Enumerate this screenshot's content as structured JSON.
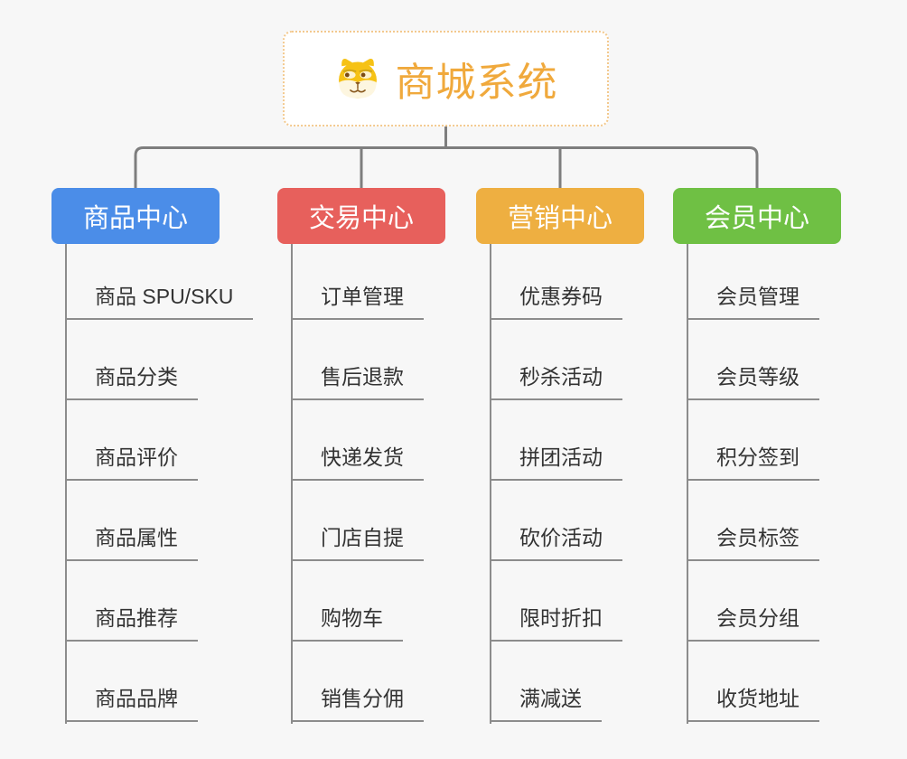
{
  "root": {
    "title": "商城系统",
    "icon": "dog-face-icon"
  },
  "branches": [
    {
      "label": "商品中心",
      "color": "#4b8de8",
      "children": [
        "商品 SPU/SKU",
        "商品分类",
        "商品评价",
        "商品属性",
        "商品推荐",
        "商品品牌"
      ]
    },
    {
      "label": "交易中心",
      "color": "#e7605c",
      "children": [
        "订单管理",
        "售后退款",
        "快递发货",
        "门店自提",
        "购物车",
        "销售分佣"
      ]
    },
    {
      "label": "营销中心",
      "color": "#eeaf41",
      "children": [
        "优惠券码",
        "秒杀活动",
        "拼团活动",
        "砍价活动",
        "限时折扣",
        "满减送"
      ]
    },
    {
      "label": "会员中心",
      "color": "#6fc044",
      "children": [
        "会员管理",
        "会员等级",
        "积分签到",
        "会员标签",
        "会员分组",
        "收货地址"
      ]
    }
  ],
  "colors": {
    "background": "#f7f7f7",
    "root_text": "#f0a93c",
    "root_border": "#f3c98e",
    "connector": "#7e7e7e",
    "subtopic_line": "#8c8c8c",
    "subtopic_text": "#333333"
  }
}
